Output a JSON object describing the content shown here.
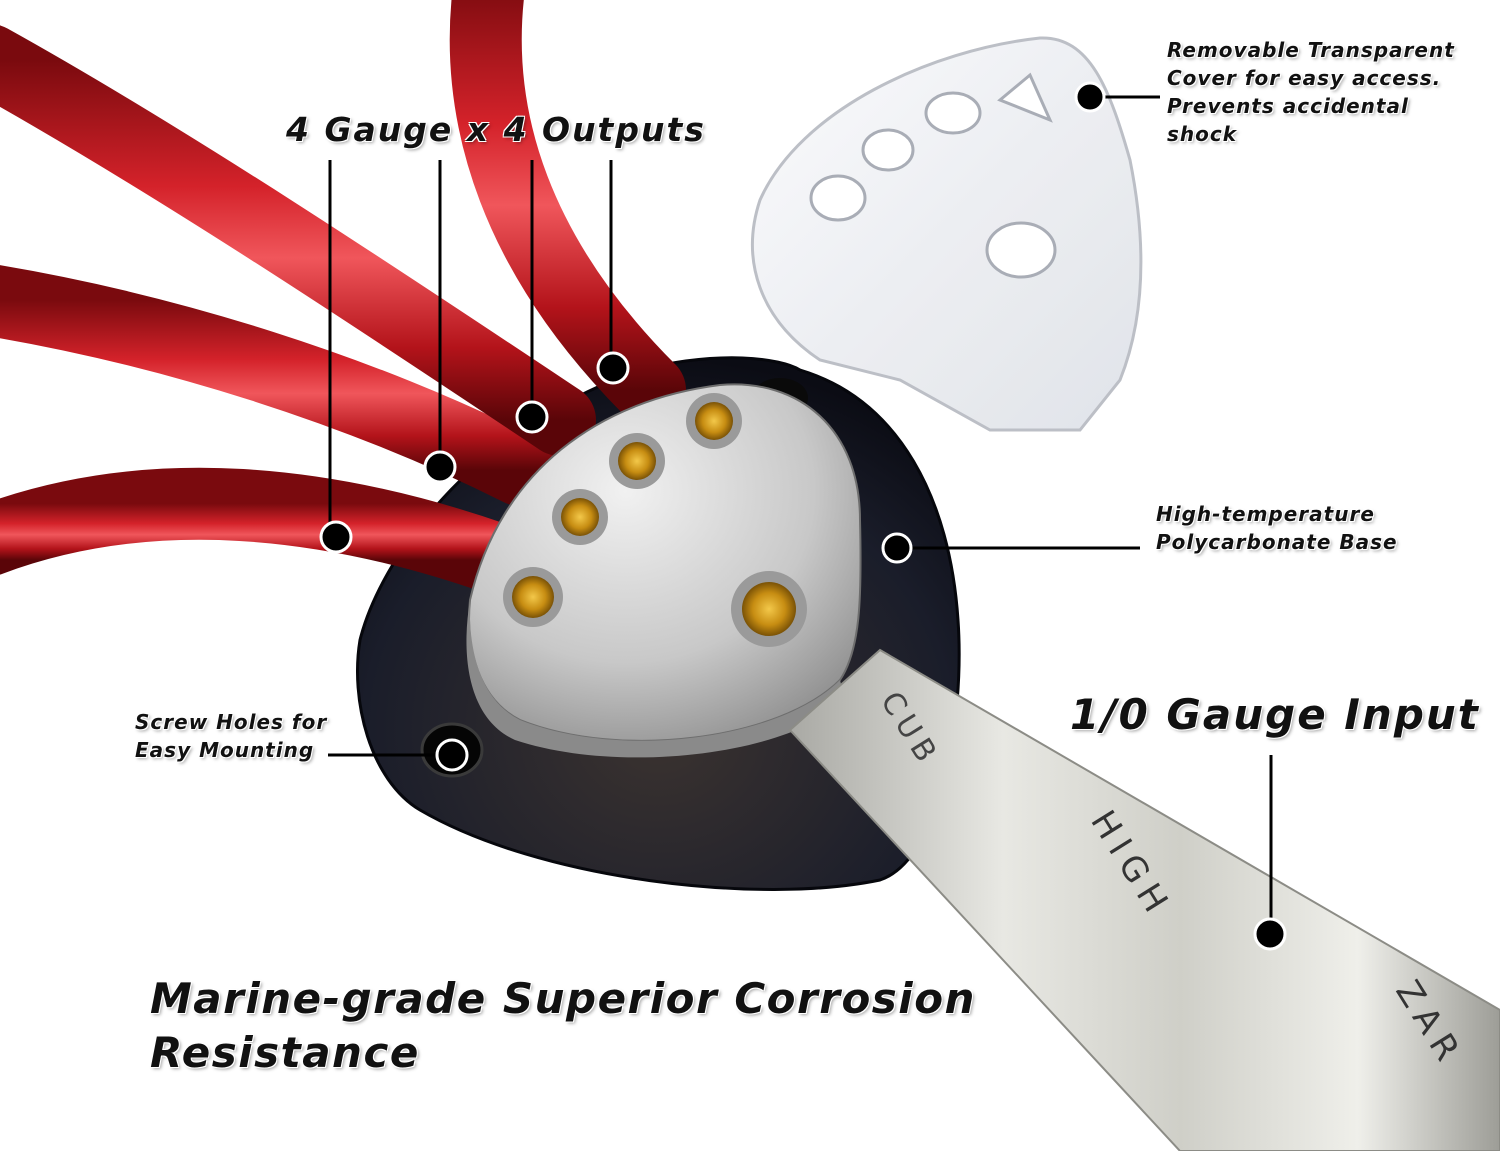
{
  "labels": {
    "outputs": "4 Gauge x 4 Outputs",
    "cover": [
      "Removable Transparent",
      "Cover for easy access.",
      "Prevents accidental",
      "shock"
    ],
    "base": [
      "High-temperature",
      "Polycarbonate Base"
    ],
    "screw": [
      "Screw Holes for",
      "Easy Mounting"
    ],
    "input": "1/0 Gauge Input",
    "bottom": [
      "Marine-grade Superior Corrosion",
      "Resistance"
    ]
  },
  "cable_print": [
    "CUB",
    "HIGH",
    "ZAR"
  ],
  "colors": {
    "red_cable": "#b3131a",
    "base": "#1a1d2a",
    "block": "#c9c9c9",
    "brass": "#d9a41e",
    "marker": "#000000"
  }
}
